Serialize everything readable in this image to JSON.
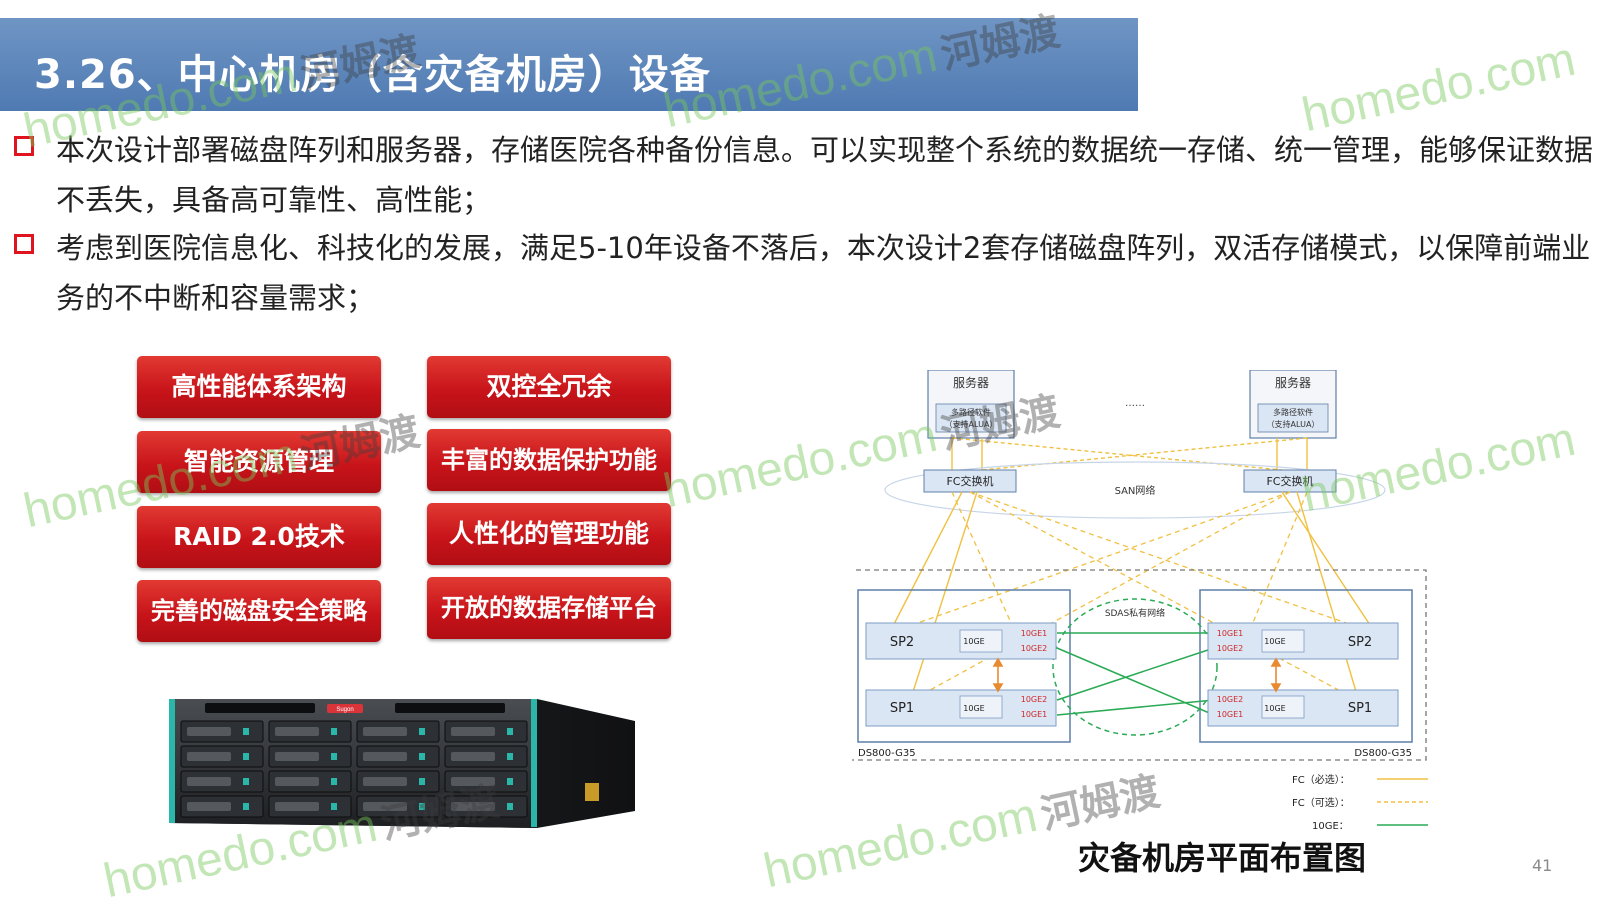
{
  "slide": {
    "title": "3.26、中心机房（含灾备机房）设备",
    "page_number": "41"
  },
  "bullets": [
    "本次设计部署磁盘阵列和服务器，存储医院各种备份信息。可以实现整个系统的数据统一存储、统一管理，能够保证数据不丢失，具备高可靠性、高性能；",
    "考虑到医院信息化、科技化的发展，满足5-10年设备不落后，本次设计2套存储磁盘阵列，双活存储模式，以保障前端业务的不中断和容量需求；"
  ],
  "features": {
    "left": [
      "高性能体系架构",
      "智能资源管理",
      "RAID 2.0技术",
      "完善的磁盘安全策略"
    ],
    "right": [
      "双控全冗余",
      "丰富的数据保护功能",
      "人性化的管理功能",
      "开放的数据存储平台"
    ]
  },
  "server_photo": {
    "brand": "Sugon"
  },
  "diagram": {
    "caption": "灾备机房平面布置图",
    "server_label": "服务器",
    "multipath_label_1": "多路径软件",
    "multipath_label_2": "（支持ALUA）",
    "ellipsis": "……",
    "fc_switch": "FC交换机",
    "san_label": "SAN网络",
    "sdas_label": "SDAS私有网络",
    "sp1": "SP1",
    "sp2": "SP2",
    "port_10ge": "10GE",
    "port_10ge1": "10GE1",
    "port_10ge2": "10GE2",
    "array_model": "DS800-G35",
    "legend": [
      "FC（必选）：",
      "FC（可选）：",
      "10GE："
    ],
    "colors": {
      "fc_required": "#f0c040",
      "fc_optional": "#f0c040",
      "ge": "#2aaa55",
      "box_fill": "#dbe6f4",
      "box_stroke": "#5f7fa8"
    }
  },
  "watermark": {
    "site": "homedo.com",
    "cn": "河姆渡"
  },
  "colors": {
    "title_bar": "#5a83b9",
    "accent_red": "#c8141a",
    "bullet_mark": "#e0141e"
  }
}
